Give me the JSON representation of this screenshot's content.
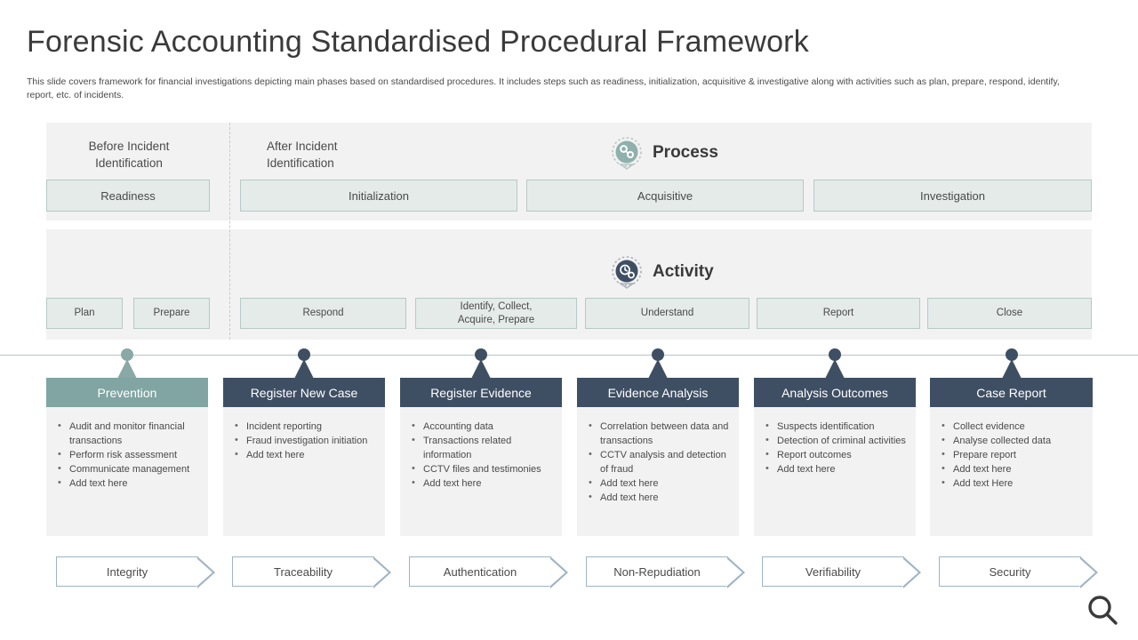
{
  "header": {
    "title": "Forensic Accounting Standardised Procedural Framework",
    "subtitle": "This slide covers framework for financial investigations depicting main phases based on standardised procedures. It includes steps such as readiness, initialization, acquisitive & investigative along with activities such as plan, prepare, respond, identify, report, etc. of incidents."
  },
  "columns": {
    "before": "Before Incident\nIdentification",
    "before_line1": "Before Incident",
    "before_line2": "Identification",
    "after_line1": "After Incident",
    "after_line2": "Identification"
  },
  "process": {
    "label": "Process",
    "icon": "gears-badge-icon",
    "items": [
      {
        "label": "Readiness"
      },
      {
        "label": "Initialization"
      },
      {
        "label": "Acquisitive"
      },
      {
        "label": "Investigation"
      }
    ]
  },
  "activity": {
    "label": "Activity",
    "icon": "clock-gear-badge-icon",
    "items": [
      {
        "label": "Plan"
      },
      {
        "label": "Prepare"
      },
      {
        "label": "Respond"
      },
      {
        "label": "Identify, Collect,\nAcquire, Prepare"
      },
      {
        "label_line1": "Identify, Collect,",
        "label_line2": "Acquire, Prepare"
      },
      {
        "label": "Understand"
      },
      {
        "label": "Report"
      },
      {
        "label": "Close"
      }
    ],
    "plan": "Plan",
    "prepare": "Prepare",
    "respond": "Respond",
    "identify_l1": "Identify, Collect,",
    "identify_l2": "Acquire, Prepare",
    "understand": "Understand",
    "report": "Report",
    "close": "Close"
  },
  "cards": [
    {
      "title": "Prevention",
      "accent": "#80a5a2",
      "bullets": [
        "Audit and monitor financial transactions",
        "Perform risk assessment",
        "Communicate management",
        "Add text here"
      ],
      "chevron": "Integrity"
    },
    {
      "title": "Register New Case",
      "accent": "#3f4f63",
      "bullets": [
        "Incident reporting",
        "Fraud investigation initiation",
        "Add text here"
      ],
      "chevron": "Traceability"
    },
    {
      "title": "Register Evidence",
      "accent": "#3f4f63",
      "bullets": [
        "Accounting data",
        "Transactions related information",
        "CCTV files and testimonies",
        "Add text here"
      ],
      "chevron": "Authentication"
    },
    {
      "title": "Evidence Analysis",
      "accent": "#3f4f63",
      "bullets": [
        "Correlation between data and transactions",
        "CCTV analysis and detection of fraud",
        "Add text here",
        "Add text here"
      ],
      "chevron": "Non-Repudiation"
    },
    {
      "title": "Analysis Outcomes",
      "accent": "#3f4f63",
      "bullets": [
        "Suspects identification",
        "Detection of criminal activities",
        "Report outcomes",
        "Add text here"
      ],
      "chevron": "Verifiability"
    },
    {
      "title": "Case Report",
      "accent": "#3f4f63",
      "bullets": [
        "Collect evidence",
        "Analyse collected data",
        "Prepare report",
        "Add text here",
        "Add text Here"
      ],
      "chevron": "Security"
    }
  ],
  "footer": {
    "search_icon": "search-icon"
  },
  "colors": {
    "accent_teal": "#80a5a2",
    "accent_dark": "#3f4f63",
    "band_bg": "#f2f2f2",
    "pill_bg": "#e4ebe9",
    "pill_border": "#b8c9c6",
    "chevron_border": "#9fb3c6"
  }
}
